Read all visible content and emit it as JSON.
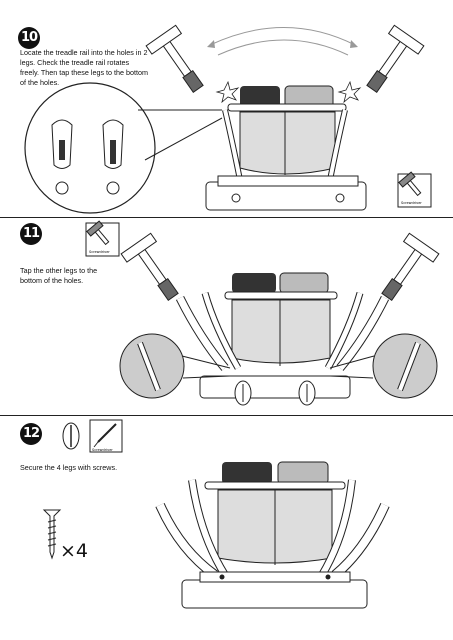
{
  "steps": [
    {
      "number": "10",
      "instruction": "Locate the treadle rail into the holes in 2 legs. Check the treadle rail rotates freely. Then tap these legs to the bottom of the holes."
    },
    {
      "number": "11",
      "instruction": "Tap the other legs to the bottom of the holes."
    },
    {
      "number": "12",
      "instruction": "Secure the 4 legs with screws."
    }
  ],
  "tool_labels": {
    "hammer": "Screwdriver",
    "screwdriver": "Screwdriver"
  },
  "screw_quantity": "×4"
}
